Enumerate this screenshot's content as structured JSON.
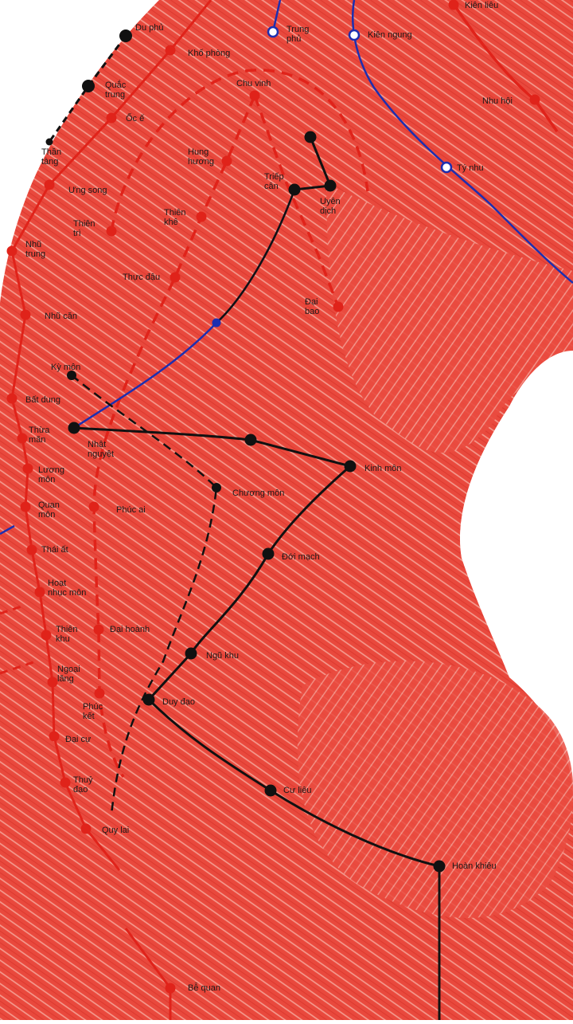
{
  "colors": {
    "background": "#ffffff",
    "muscle": "#e8443a",
    "muscle_light": "#f4a79c",
    "stomach_meridian": "#e0231a",
    "liver_meridian": "#111111",
    "gallbladder_meridian": "#111111",
    "lung_meridian": "#1d2fb0"
  },
  "labels": {
    "du_phu": "Du phủ",
    "kho_phong": "Khố phòng",
    "quac_trung": "Quắc\ntrung",
    "oc_e": "Ốc ế",
    "than_tang": "Thần\ntàng",
    "ung_song": "Ưng song",
    "thien_tri": "Thiên\ntrì",
    "nhu_trung": "Nhũ\ntrung",
    "nhu_can": "Nhũ căn",
    "ky_mon": "Kỳ môn",
    "bat_dung": "Bất dung",
    "thua_man": "Thừa\nmãn",
    "nhat_nguyet": "Nhật\nnguyệt",
    "luong_mon": "Lương\nmôn",
    "quan_mon": "Quan\nmôn",
    "thai_at": "Thái ất",
    "hoat_nhuc_mon": "Hoạt\nnhục môn",
    "thien_khu": "Thiên\nkhu",
    "ngoai_lang": "Ngoại\nlăng",
    "dai_cu": "Đại cự",
    "thuy_dao": "Thuỷ\nđạo",
    "quy_lai": "Quy lai",
    "be_quan": "Bễ quan",
    "trung_phu": "Trung\nphủ",
    "kien_ngung": "Kiên ngung",
    "kien_lieu": "Kiên liêu",
    "nhu_hoi": "Nhu hội",
    "ty_nhu": "Tý nhu",
    "chu_vinh": "Chu vinh",
    "hung_huong": "Hung\nhương",
    "thien_khe": "Thiên\nkhê",
    "thuc_dau": "Thực đậu",
    "triep_can": "Triếp\ncân",
    "uyen_dich": "Uyên\ndịch",
    "dai_bao": "Đại\nbao",
    "kinh_mon": "Kinh môn",
    "chuong_mon": "Chương môn",
    "doi_mach": "Đới mạch",
    "phuc_ai": "Phúc ai",
    "dai_hoanh": "Đại hoành",
    "ngu_khu": "Ngũ khu",
    "duy_dao": "Duy đạo",
    "phuc_ket": "Phúc\nkết",
    "cu_lieu": "Cư liêu",
    "hoan_khieu": "Hoàn khiêu"
  }
}
